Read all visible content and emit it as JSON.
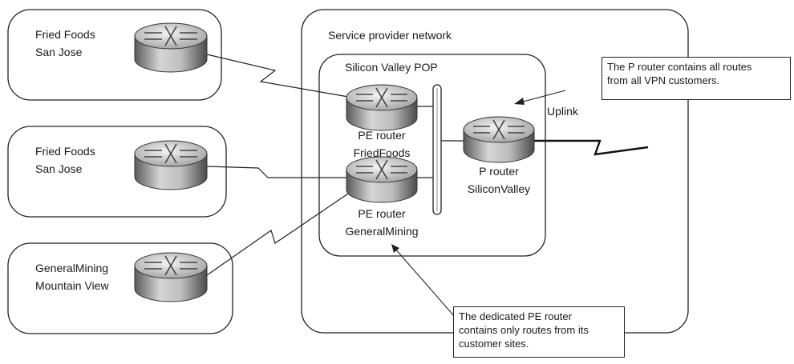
{
  "customer_sites": [
    {
      "name": "Fried Foods",
      "location": "San Jose"
    },
    {
      "name": "Fried Foods",
      "location": "San Jose"
    },
    {
      "name": "GeneralMining",
      "location": "Mountain View"
    }
  ],
  "provider": {
    "title": "Service provider network",
    "pop_title": "Silicon Valley POP",
    "pe_router_1": {
      "line1": "PE router",
      "line2": "FriedFoods"
    },
    "pe_router_2": {
      "line1": "PE router",
      "line2": "GeneralMining"
    },
    "p_router": {
      "line1": "P router",
      "line2": "SiliconValley"
    },
    "uplink_label": "Uplink"
  },
  "callouts": {
    "p_router_note": [
      "The P router contains all routes",
      "from all VPN customers."
    ],
    "pe_router_note": [
      "The dedicated PE router",
      "contains only routes from its",
      "customer sites."
    ]
  }
}
